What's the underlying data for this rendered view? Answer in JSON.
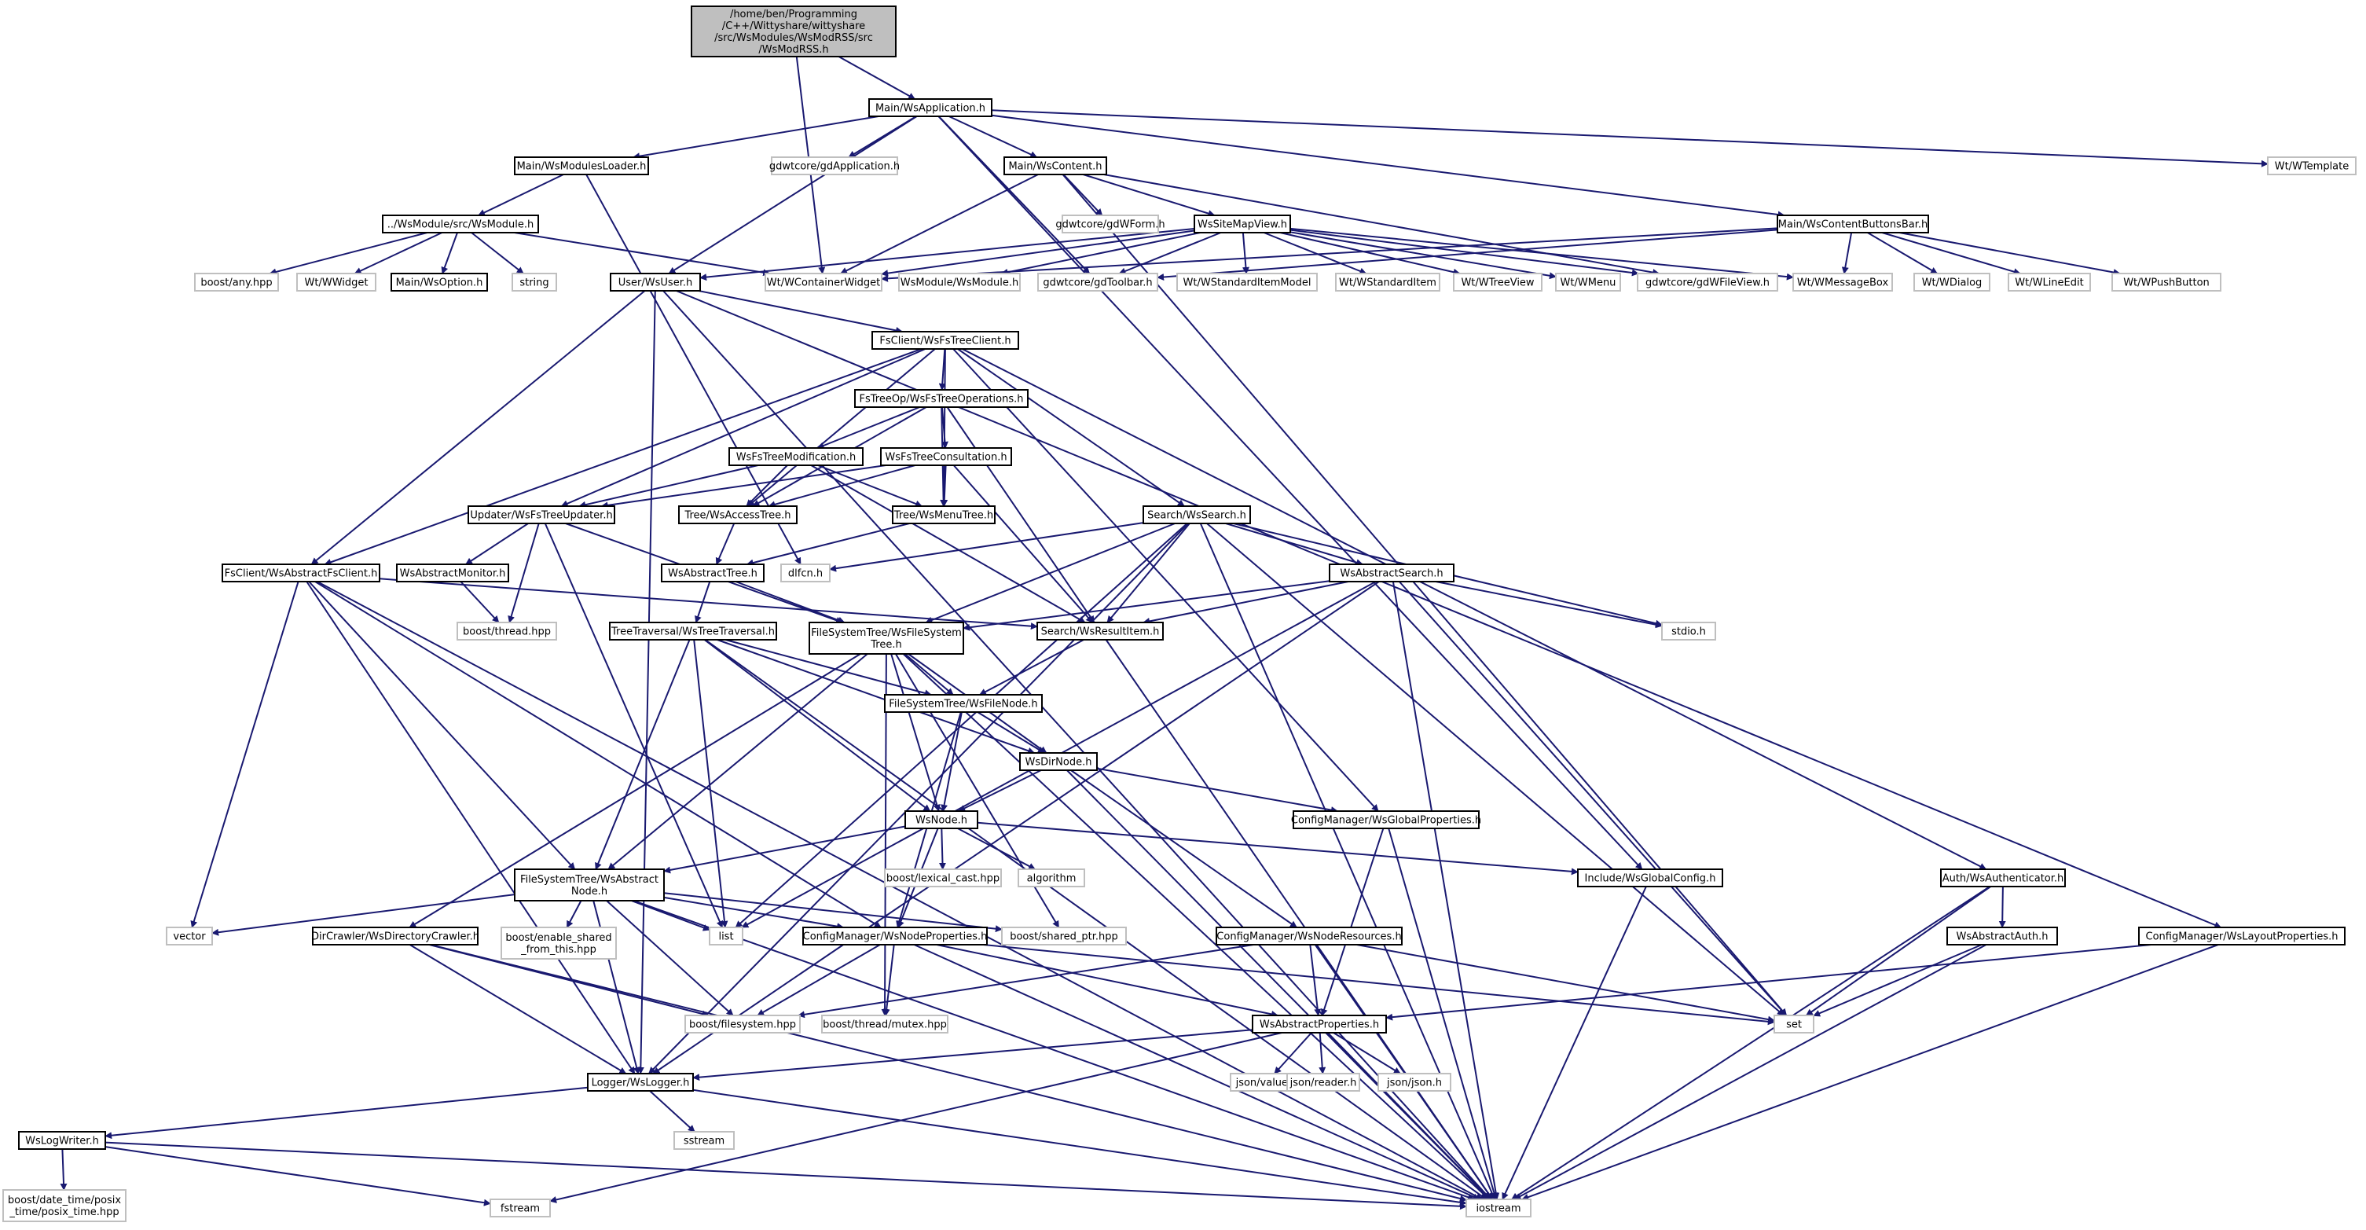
{
  "colors": {
    "edge": "#191970",
    "root_fill": "#bfbfbf",
    "local_border": "#000000",
    "external_border": "#bfbfbf"
  },
  "nodes": {
    "root": {
      "kind": "root",
      "lines": [
        "/home/ben/Programming",
        "/C++/Wittyshare/wittyshare",
        "/src/WsModules/WsModRSS/src",
        "/WsModRSS.h"
      ]
    },
    "wsapplication": {
      "kind": "local",
      "lines": [
        "Main/WsApplication.h"
      ]
    },
    "wsmodulesloader": {
      "kind": "local",
      "lines": [
        "Main/WsModulesLoader.h"
      ]
    },
    "gdapplication": {
      "kind": "ext",
      "lines": [
        "gdwtcore/gdApplication.h"
      ]
    },
    "wscontent": {
      "kind": "local",
      "lines": [
        "Main/WsContent.h"
      ]
    },
    "wtemplate": {
      "kind": "ext",
      "lines": [
        "Wt/WTemplate"
      ]
    },
    "wsmodule_rel": {
      "kind": "local",
      "lines": [
        "../WsModule/src/WsModule.h"
      ]
    },
    "gdwform": {
      "kind": "ext",
      "lines": [
        "gdwtcore/gdWForm.h"
      ]
    },
    "wssitemapview": {
      "kind": "local",
      "lines": [
        "WsSiteMapView.h"
      ]
    },
    "wscontentbuttonsbar": {
      "kind": "local",
      "lines": [
        "Main/WsContentButtonsBar.h"
      ]
    },
    "boostany": {
      "kind": "ext",
      "lines": [
        "boost/any.hpp"
      ]
    },
    "wwidget": {
      "kind": "ext",
      "lines": [
        "Wt/WWidget"
      ]
    },
    "wsoption": {
      "kind": "local",
      "lines": [
        "Main/WsOption.h"
      ]
    },
    "string": {
      "kind": "ext",
      "lines": [
        "string"
      ]
    },
    "wsuser": {
      "kind": "local",
      "lines": [
        "User/WsUser.h"
      ]
    },
    "wcontainerwidget": {
      "kind": "ext",
      "lines": [
        "Wt/WContainerWidget"
      ]
    },
    "wsmodule_h": {
      "kind": "ext",
      "lines": [
        "WsModule/WsModule.h"
      ]
    },
    "gdtoolbar": {
      "kind": "ext",
      "lines": [
        "gdwtcore/gdToolbar.h"
      ]
    },
    "wstandarditemmodel": {
      "kind": "ext",
      "lines": [
        "Wt/WStandardItemModel"
      ]
    },
    "wstandarditem": {
      "kind": "ext",
      "lines": [
        "Wt/WStandardItem"
      ]
    },
    "wtreeview": {
      "kind": "ext",
      "lines": [
        "Wt/WTreeView"
      ]
    },
    "wmenu": {
      "kind": "ext",
      "lines": [
        "Wt/WMenu"
      ]
    },
    "gdwfileview": {
      "kind": "ext",
      "lines": [
        "gdwtcore/gdWFileView.h"
      ]
    },
    "wmessagebox": {
      "kind": "ext",
      "lines": [
        "Wt/WMessageBox"
      ]
    },
    "wdialog": {
      "kind": "ext",
      "lines": [
        "Wt/WDialog"
      ]
    },
    "wlineedit": {
      "kind": "ext",
      "lines": [
        "Wt/WLineEdit"
      ]
    },
    "wpushbutton": {
      "kind": "ext",
      "lines": [
        "Wt/WPushButton"
      ]
    },
    "wsfstreeclient": {
      "kind": "local",
      "lines": [
        "FsClient/WsFsTreeClient.h"
      ]
    },
    "wsfstreeoperations": {
      "kind": "local",
      "lines": [
        "FsTreeOp/WsFsTreeOperations.h"
      ]
    },
    "wsfstreemodification": {
      "kind": "local",
      "lines": [
        "WsFsTreeModification.h"
      ]
    },
    "wsfstreeconsultation": {
      "kind": "local",
      "lines": [
        "WsFsTreeConsultation.h"
      ]
    },
    "wsfstreeupdater": {
      "kind": "local",
      "lines": [
        "Updater/WsFsTreeUpdater.h"
      ]
    },
    "wsaccesstree": {
      "kind": "local",
      "lines": [
        "Tree/WsAccessTree.h"
      ]
    },
    "wsmenutree": {
      "kind": "local",
      "lines": [
        "Tree/WsMenuTree.h"
      ]
    },
    "wssearch": {
      "kind": "local",
      "lines": [
        "Search/WsSearch.h"
      ]
    },
    "wsabstractfsclient": {
      "kind": "local",
      "lines": [
        "FsClient/WsAbstractFsClient.h"
      ]
    },
    "wsabstractmonitor": {
      "kind": "local",
      "lines": [
        "WsAbstractMonitor.h"
      ]
    },
    "wsabstracttree": {
      "kind": "local",
      "lines": [
        "WsAbstractTree.h"
      ]
    },
    "dlfcn": {
      "kind": "ext",
      "lines": [
        "dlfcn.h"
      ]
    },
    "wsabstractsearch": {
      "kind": "local",
      "lines": [
        "WsAbstractSearch.h"
      ]
    },
    "boostthread": {
      "kind": "ext",
      "lines": [
        "boost/thread.hpp"
      ]
    },
    "wstreetraversal": {
      "kind": "local",
      "lines": [
        "TreeTraversal/WsTreeTraversal.h"
      ]
    },
    "wsfilesystemtree": {
      "kind": "local",
      "lines": [
        "FileSystemTree/WsFileSystem",
        "Tree.h"
      ]
    },
    "wsresultitem": {
      "kind": "local",
      "lines": [
        "Search/WsResultItem.h"
      ]
    },
    "stdio": {
      "kind": "ext",
      "lines": [
        "stdio.h"
      ]
    },
    "wsfilenode": {
      "kind": "local",
      "lines": [
        "FileSystemTree/WsFileNode.h"
      ]
    },
    "wsdirnode": {
      "kind": "local",
      "lines": [
        "WsDirNode.h"
      ]
    },
    "wsglobalproperties": {
      "kind": "local",
      "lines": [
        "ConfigManager/WsGlobalProperties.h"
      ]
    },
    "wsnode": {
      "kind": "local",
      "lines": [
        "WsNode.h"
      ]
    },
    "lexicalcast": {
      "kind": "ext",
      "lines": [
        "boost/lexical_cast.hpp"
      ]
    },
    "algorithm": {
      "kind": "ext",
      "lines": [
        "algorithm"
      ]
    },
    "wsglobalconfig": {
      "kind": "local",
      "lines": [
        "Include/WsGlobalConfig.h"
      ]
    },
    "wsauthenticator": {
      "kind": "local",
      "lines": [
        "Auth/WsAuthenticator.h"
      ]
    },
    "wsabstractnode": {
      "kind": "local",
      "lines": [
        "FileSystemTree/WsAbstract",
        "Node.h"
      ]
    },
    "vector": {
      "kind": "ext",
      "lines": [
        "vector"
      ]
    },
    "list": {
      "kind": "ext",
      "lines": [
        "list"
      ]
    },
    "enableshared": {
      "kind": "ext",
      "lines": [
        "boost/enable_shared",
        "_from_this.hpp"
      ]
    },
    "sharedptr": {
      "kind": "ext",
      "lines": [
        "boost/shared_ptr.hpp"
      ]
    },
    "wsdirectorycrawler": {
      "kind": "local",
      "lines": [
        "DirCrawler/WsDirectoryCrawler.h"
      ]
    },
    "wsnodeproperties": {
      "kind": "local",
      "lines": [
        "ConfigManager/WsNodeProperties.h"
      ]
    },
    "wsnoderesources": {
      "kind": "local",
      "lines": [
        "ConfigManager/WsNodeResources.h"
      ]
    },
    "wsabstractauth": {
      "kind": "local",
      "lines": [
        "WsAbstractAuth.h"
      ]
    },
    "wslayoutproperties": {
      "kind": "local",
      "lines": [
        "ConfigManager/WsLayoutProperties.h"
      ]
    },
    "boostfilesystem": {
      "kind": "ext",
      "lines": [
        "boost/filesystem.hpp"
      ]
    },
    "mutex": {
      "kind": "ext",
      "lines": [
        "boost/thread/mutex.hpp"
      ]
    },
    "wsabstractproperties": {
      "kind": "local",
      "lines": [
        "WsAbstractProperties.h"
      ]
    },
    "set": {
      "kind": "ext",
      "lines": [
        "set"
      ]
    },
    "wslogger": {
      "kind": "local",
      "lines": [
        "Logger/WsLogger.h"
      ]
    },
    "jsonvalue": {
      "kind": "ext",
      "lines": [
        "json/value.h"
      ]
    },
    "jsonreader": {
      "kind": "ext",
      "lines": [
        "json/reader.h"
      ]
    },
    "jsonjson": {
      "kind": "ext",
      "lines": [
        "json/json.h"
      ]
    },
    "sstream": {
      "kind": "ext",
      "lines": [
        "sstream"
      ]
    },
    "wslogwriter": {
      "kind": "local",
      "lines": [
        "WsLogWriter.h"
      ]
    },
    "posixtime": {
      "kind": "ext",
      "lines": [
        "boost/date_time/posix",
        "_time/posix_time.hpp"
      ]
    },
    "fstream": {
      "kind": "ext",
      "lines": [
        "fstream"
      ]
    },
    "iostream": {
      "kind": "ext",
      "lines": [
        "iostream"
      ]
    }
  }
}
